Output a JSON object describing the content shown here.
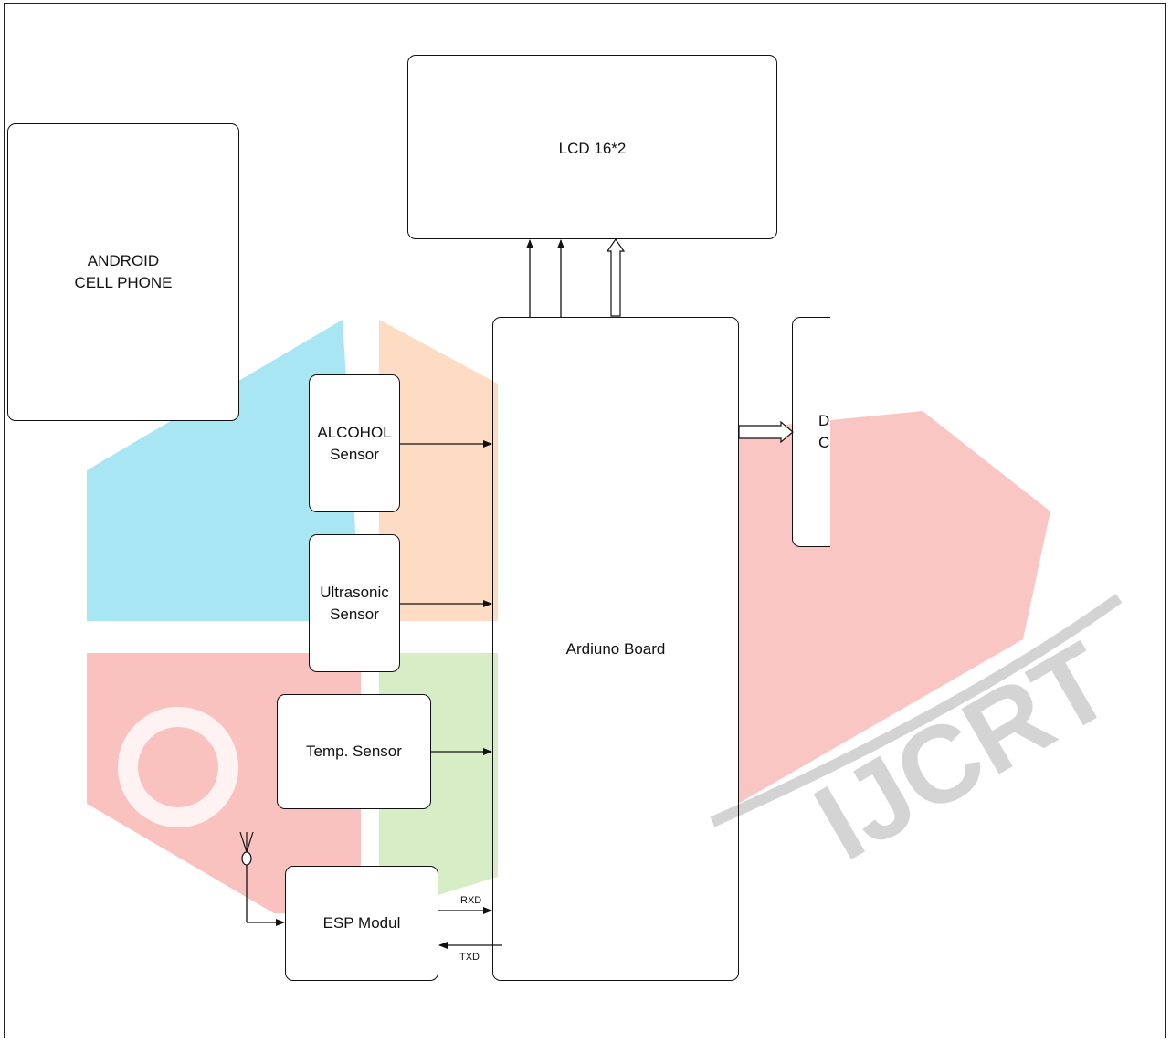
{
  "watermark": {
    "text": "IJCRT",
    "colors": {
      "blue": "#7fd9ef",
      "orange": "#fbd1b0",
      "red": "#f7a4a0",
      "green": "#c9e8b4",
      "gray": "#cfcfcf"
    }
  },
  "blocks": {
    "lcd": "LCD 16*2",
    "android": "ANDROID\nCELL PHONE",
    "alcohol": "ALCOHOL\nSensor",
    "ultrasonic": "Ultrasonic\nSensor",
    "temp": "Temp. Sensor",
    "esp": "ESP Modul",
    "arduino": "Ardiuno Board",
    "dc_partial": "D\nC"
  },
  "signals": {
    "rxd": "RXD",
    "txd": "TXD"
  }
}
